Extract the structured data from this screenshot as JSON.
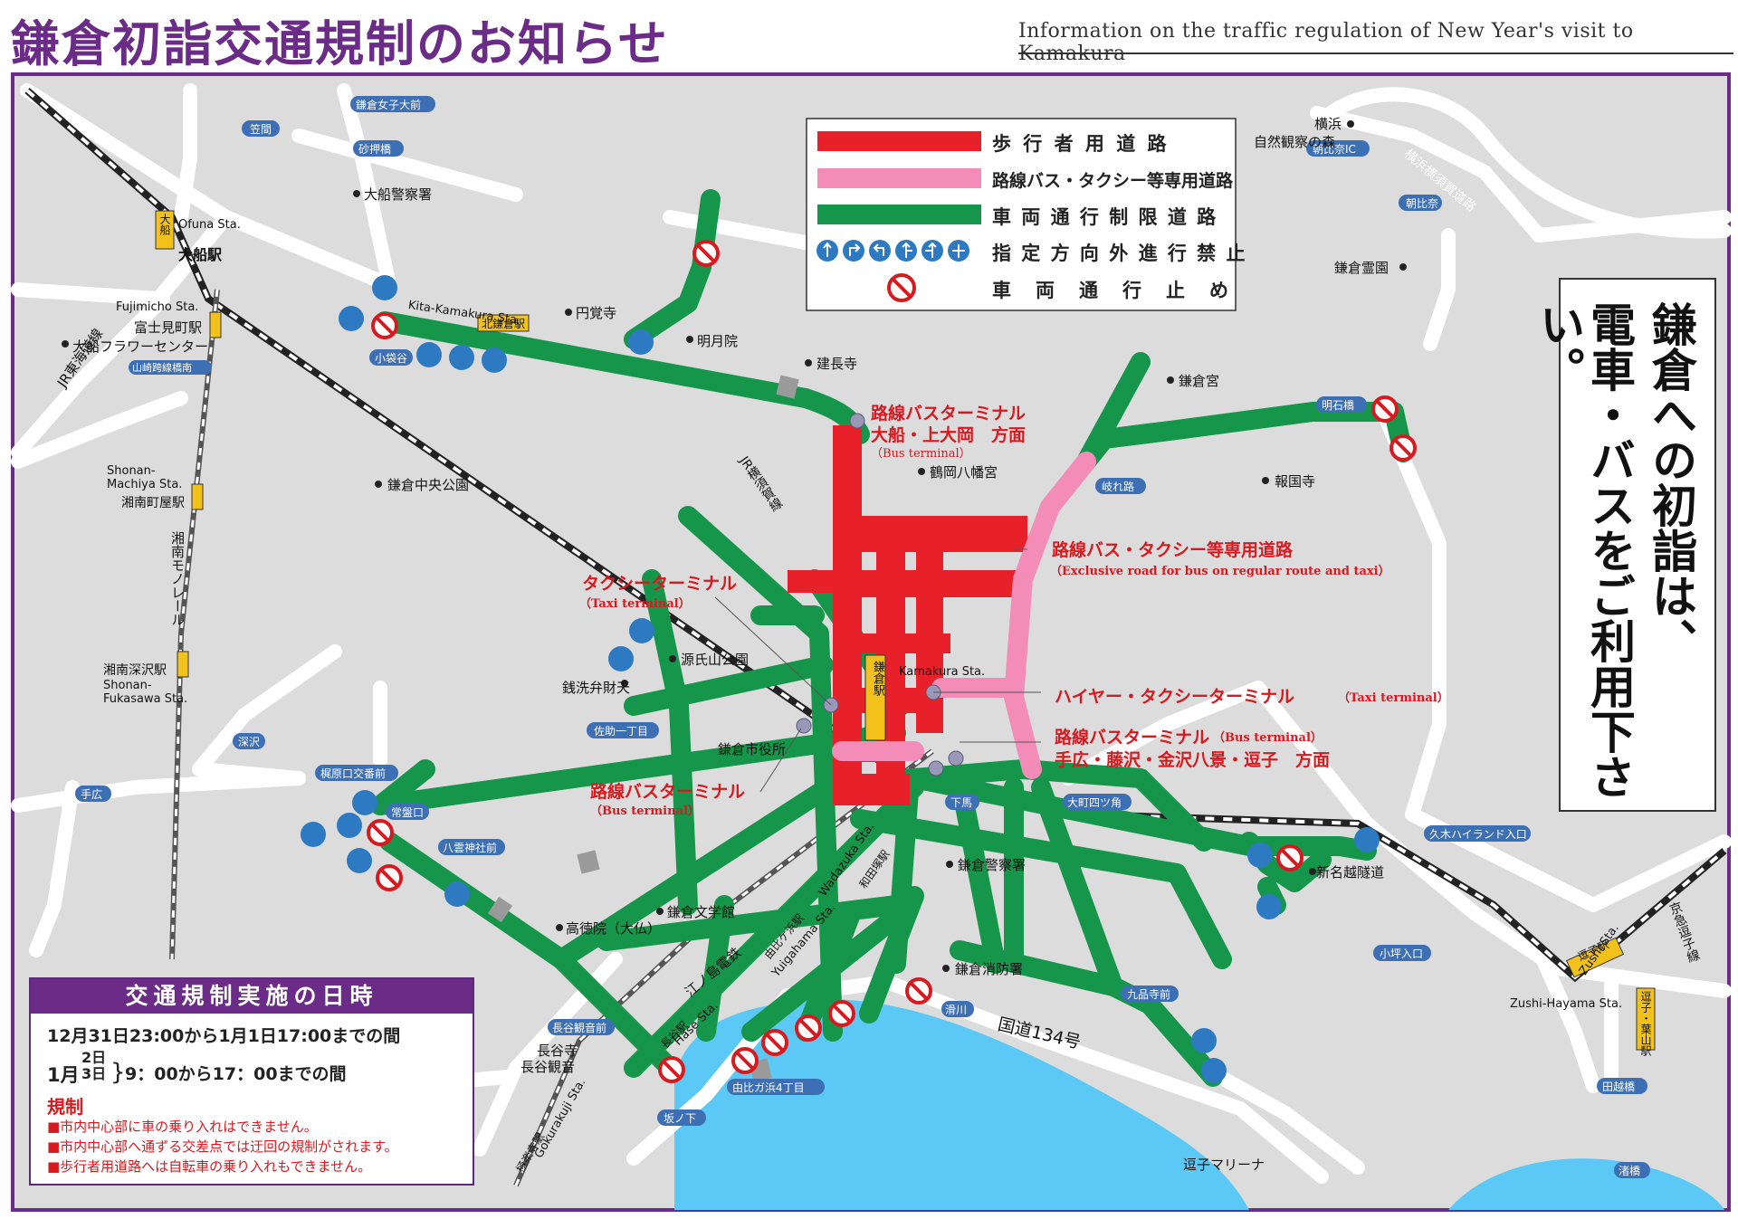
{
  "header": {
    "title": "鎌倉初詣交通規制のお知らせ",
    "subtitle_en": "Information on the traffic regulation of  New Year's visit to Kamakura"
  },
  "colors": {
    "pedestrian": "#e8202a",
    "bus_taxi": "#f48cb8",
    "restricted": "#16964a",
    "frame": "#6a2c86",
    "sea": "#5bc8f5",
    "land": "#dcdcdc",
    "text_red": "#d71920"
  },
  "legend": {
    "items": [
      {
        "label": "歩 行 者 用 道 路",
        "kind": "pedestrian"
      },
      {
        "label": "路線バス・タクシー等専用道路",
        "kind": "bus_taxi"
      },
      {
        "label": "車 両 通 行 制 限 道 路",
        "kind": "restricted"
      },
      {
        "label": "指 定 方 向 外 進 行 禁 止",
        "kind": "direction_arrows"
      },
      {
        "label": "車　両　通　行　止　め",
        "kind": "no_entry"
      }
    ]
  },
  "side_notice": {
    "col1": "鎌倉への初詣は、",
    "col2": "電車・バスをご利用下さい。"
  },
  "schedule": {
    "title": "交通規制実施の日時",
    "line1": "12月31日23:00から1月1日17:00までの間",
    "line2_month": "1月",
    "line2_day_a": "2日",
    "line2_day_b": "3日",
    "line2_rest": "9：00から17：00までの間",
    "restrictions_title": "規制",
    "restrictions": [
      "■市内中心部に車の乗り入れはできません。",
      "■市内中心部へ通ずる交差点では迂回の規制がされます。",
      "■歩行者用道路へは自転車の乗り入れもできません。"
    ]
  },
  "callouts": {
    "bus_terminal_ofuna": "路線バスターミナル",
    "bus_terminal_ofuna_2": "大船・上大岡　方面",
    "bus_terminal_en": "（Bus terminal）",
    "exclusive_road": "路線バス・タクシー等専用道路",
    "exclusive_road_en": "（Exclusive road for bus on regular route and taxi）",
    "taxi_terminal": "タクシーターミナル",
    "taxi_terminal_en": "（Taxi terminal）",
    "hire_taxi": "ハイヤー・タクシーターミナル",
    "hire_taxi_en": "（Taxi terminal）",
    "bus_terminal_east": "路線バスターミナル",
    "bus_terminal_east_en": "（Bus terminal）",
    "bus_terminal_east_2": "手広・藤沢・金沢八景・逗子　方面",
    "bus_terminal_west": "路線バスターミナル",
    "bus_terminal_west_en": "（Bus terminal）"
  },
  "places": {
    "kamakura_joshi_daimae": "鎌倉女子大前",
    "kasama": "笠間",
    "sunaoshibashi": "砂押橋",
    "ofuna_police": "大船警察署",
    "ofuna_sta_en": "Ofuna Sta.",
    "ofuna_sta": "大船駅",
    "ofuna_sta_v": "大船",
    "fujimicho_en": "Fujimicho Sta.",
    "fujimicho": "富士見町駅",
    "flower_center": "大船フラワーセンター",
    "yamazaki": "山崎跨線橋南",
    "jr_tokaido": "JR東海道線",
    "kita_kamakura_en": "Kita-Kamakura Sta.",
    "kita_kamakura": "北鎌倉駅",
    "kobukuro": "小袋谷",
    "engakuji": "円覚寺",
    "meigetsuin": "明月院",
    "kenchoji": "建長寺",
    "kamakuragu": "鎌倉宮",
    "tsurugaoka": "鶴岡八幡宮",
    "kamakura_central_park": "鎌倉中央公園",
    "shonan_machiya_en": "Shonan-Machiya Sta.",
    "shonan_machiya": "湘南町屋駅",
    "shonan_monorail": "湘南モノレール",
    "shonan_fukasawa": "湘南深沢駅",
    "shonan_fukasawa_en": "Shonan-Fukasawa Sta.",
    "fukasawa": "深沢",
    "kajiwara": "梶原口交番前",
    "tebiro": "手広",
    "tokiwaguchi": "常盤口",
    "yasaka": "八雲神社前",
    "genjiyama": "源氏山公園",
    "zeniarai": "銭洗弁財天",
    "sasuke": "佐助一丁目",
    "city_hall": "鎌倉市役所",
    "kamakura_sta_en": "Kamakura Sta.",
    "kamakura_sta": "鎌倉駅",
    "jr_yokosuka": "JR横須賀線",
    "geba": "下馬",
    "omachi": "大町四ツ角",
    "kamakura_police": "鎌倉警察署",
    "bungakukan": "鎌倉文学館",
    "kotokuin": "高徳院（大仏）",
    "enoden": "江ノ島電鉄",
    "wadazuka_en": "Wadazuka Sta.",
    "wadazuka": "和田塚駅",
    "yuigahama_en": "Yuigahama Sta.",
    "yuigahama": "由比ケ浜駅",
    "hase_en": "Hase Sta.",
    "hase": "長谷駅",
    "hase_kannon_mae": "長谷観音前",
    "hasedera": "長谷寺",
    "hase_kannon": "長谷観音",
    "gokurakuji_en": "Gokurakuji Sta.",
    "gokurakuji": "極楽寺駅",
    "yuigahama4": "由比ガ浜4丁目",
    "sakanoshita": "坂ノ下",
    "fire_station": "鎌倉消防署",
    "namerikawa": "滑川",
    "route134": "国道134号",
    "kuhonji": "九品寺前",
    "zushi_marina": "逗子マリーナ",
    "yokohama": "横浜",
    "shizen_kansatsu": "自然観察の森",
    "asahina_ic": "朝比奈IC",
    "yokohama_yokosuka": "横浜横須賀道路",
    "asahina": "朝比奈",
    "kamakura_reien": "鎌倉霊園",
    "akashibashi": "明石橋",
    "kirewaro": "岐れ路",
    "hokokuji": "報国寺",
    "kuki_highland": "久木ハイランド入口",
    "shin_nagoe": "新名越隧道",
    "kotsubo": "小坪入口",
    "zushi_sta": "逗子駅",
    "zushi_sta_en": "Zushi Sta.",
    "keikyu_zushi": "京急逗子線",
    "zushi_hayama_en": "Zushi-Hayama Sta.",
    "zushi_hayama": "逗子・葉山駅",
    "tagoe": "田越橋",
    "nagisa": "渚橋"
  }
}
